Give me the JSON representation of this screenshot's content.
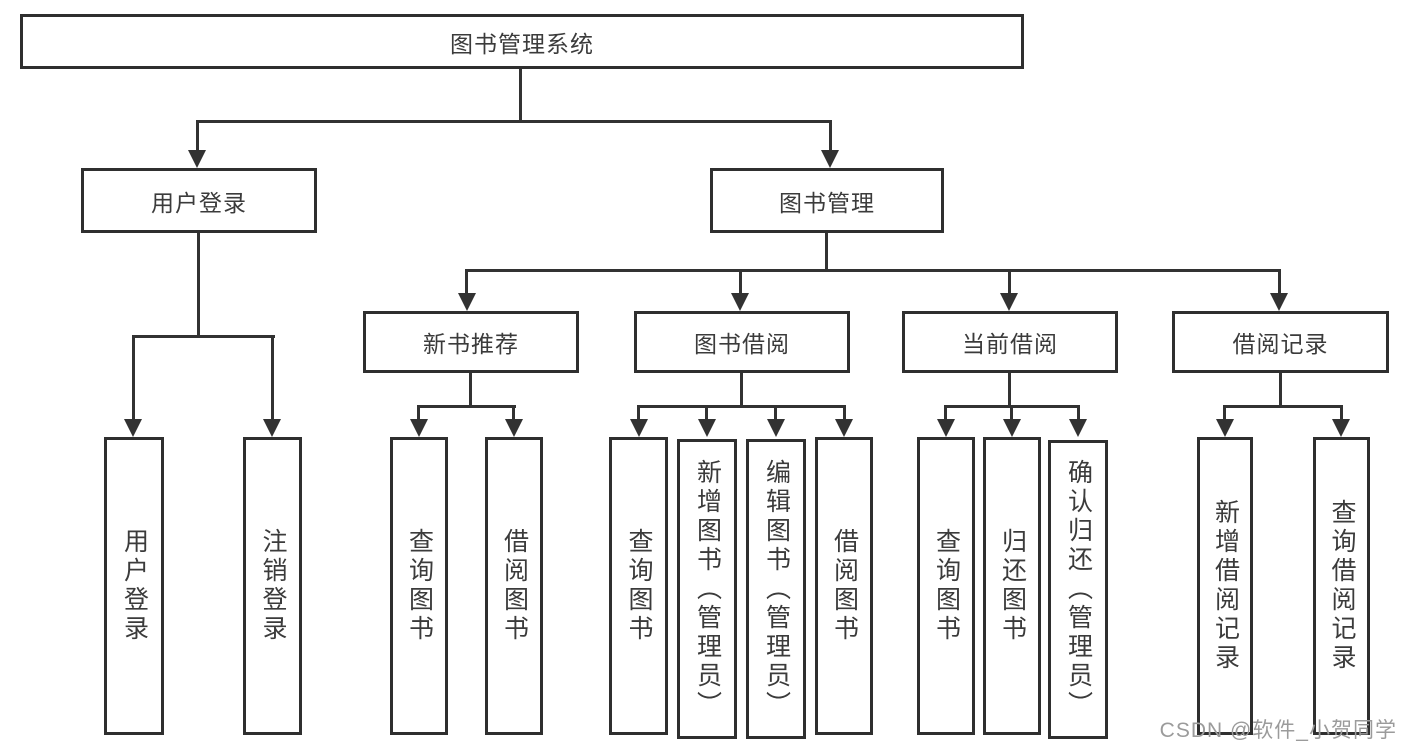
{
  "tree": {
    "root": {
      "label": "图书管理系统"
    },
    "level2": [
      {
        "label": "用户登录"
      },
      {
        "label": "图书管理"
      }
    ],
    "level3": [
      {
        "label": "新书推荐"
      },
      {
        "label": "图书借阅"
      },
      {
        "label": "当前借阅"
      },
      {
        "label": "借阅记录"
      }
    ],
    "leaves": {
      "user_login": [
        {
          "label": "用户登录"
        },
        {
          "label": "注销登录"
        }
      ],
      "new_books": [
        {
          "label": "查询图书"
        },
        {
          "label": "借阅图书"
        }
      ],
      "book_borrow": [
        {
          "label": "查询图书"
        },
        {
          "label": "新增图书（管理员）"
        },
        {
          "label": "编辑图书（管理员）"
        },
        {
          "label": "借阅图书"
        }
      ],
      "current_borrow": [
        {
          "label": "查询图书"
        },
        {
          "label": "归还图书"
        },
        {
          "label": "确认归还（管理员）"
        }
      ],
      "borrow_records": [
        {
          "label": "新增借阅记录"
        },
        {
          "label": "查询借阅记录"
        }
      ]
    },
    "colors": {
      "line": "#323232",
      "text": "#3b3b3b",
      "background": "#ffffff",
      "watermark": "#9b9b9b"
    },
    "watermark": "CSDN @软件_小贺同学"
  }
}
